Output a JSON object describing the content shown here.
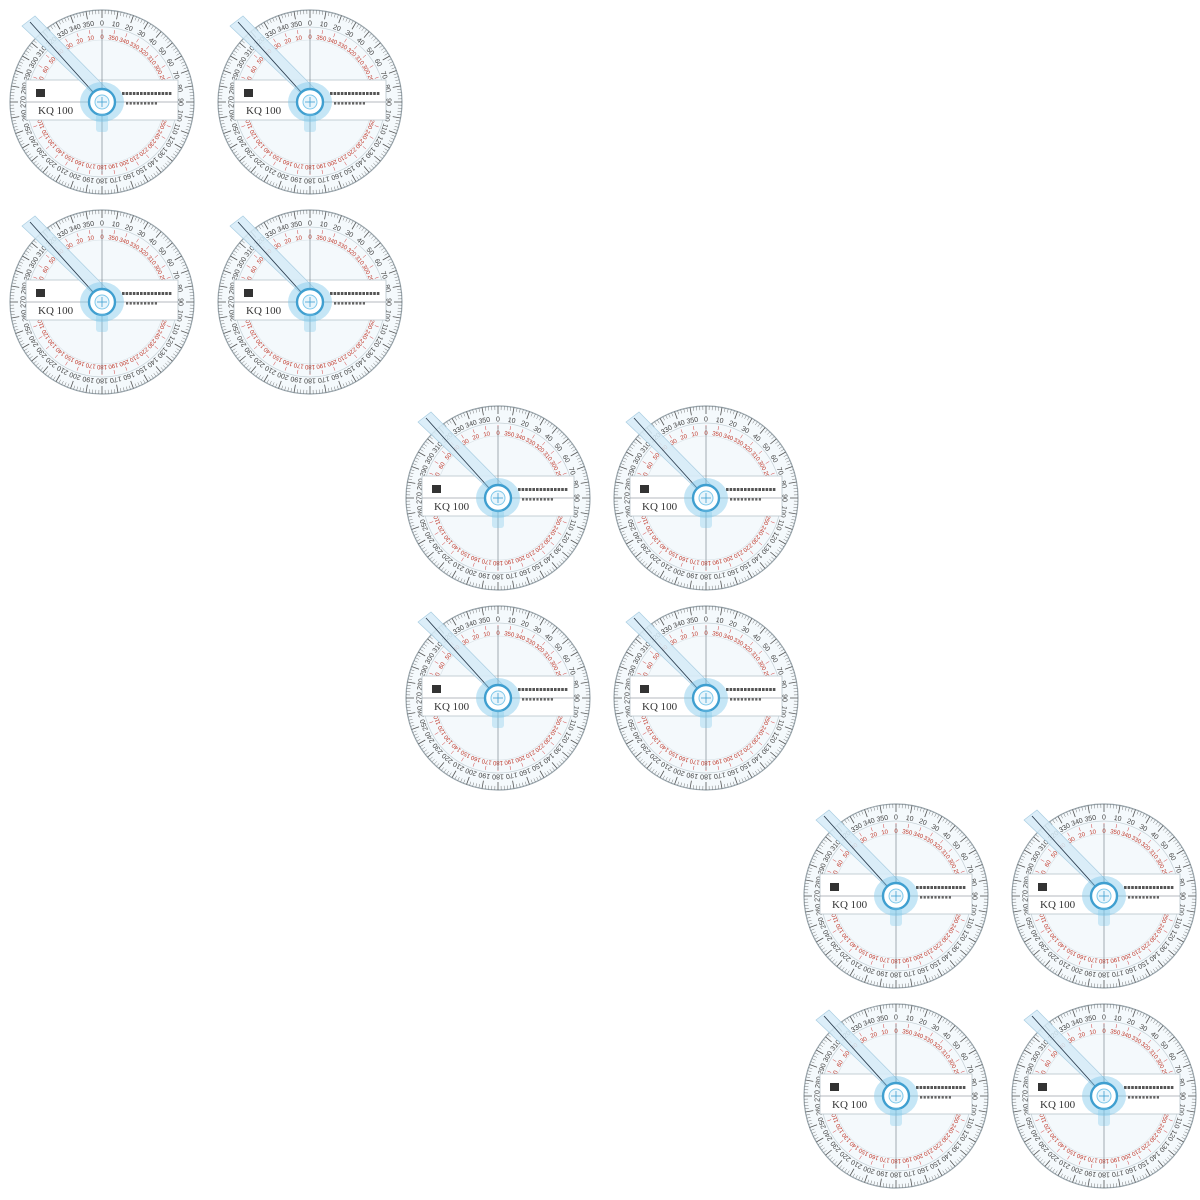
{
  "product": {
    "name": "round protractor",
    "model_text": "KQ 100",
    "quantity_shown": 12,
    "layout": "three groups of four protractors arranged diagonally"
  },
  "colors": {
    "background": "#ffffff",
    "body": "#f4f9fc",
    "ring_outline": "#9aa6ad",
    "hub": "#7fc8ea",
    "hub_dark": "#3f9fd0",
    "arm": "#d6ecf8",
    "ticks": "#555555",
    "red_ticks": "#d04040"
  },
  "icons": [
    "protractor-icon",
    "compass-hub-icon"
  ]
}
